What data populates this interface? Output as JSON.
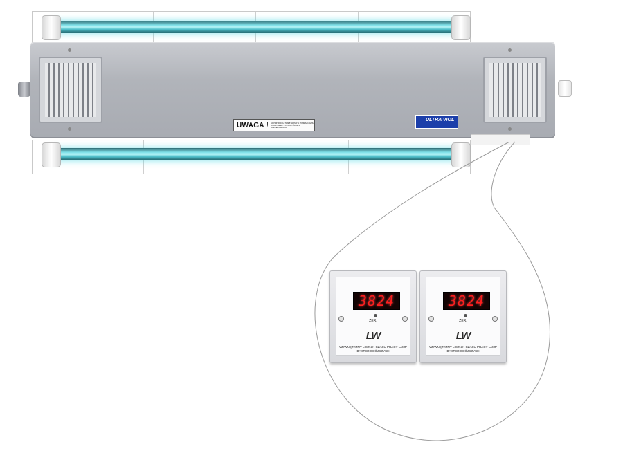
{
  "device": {
    "warning_title": "UWAGA !",
    "warning_text": "W PRZYPADKU PRZEBYWANIA W POMIESZCZENIU LUDZI NALEŻY WYŁĄCZYĆ LAMPĘ BAKTERIOBÓJCZĄ",
    "brand": "ULTRA VIOL"
  },
  "counters": [
    {
      "display_value": "3824",
      "reset_label": "ZER.",
      "logo": "LW",
      "caption": "WEWNĘTRZNY LICZNIK CZASU PRACY LAMP BAKTERIOBÓJCZYCH"
    },
    {
      "display_value": "3824",
      "reset_label": "ZER.",
      "logo": "LW",
      "caption": "WEWNĘTRZNY LICZNIK CZASU PRACY LAMP BAKTERIOBÓJCZYCH"
    }
  ],
  "colors": {
    "tube_glow": "#7fe0e8",
    "digit_red": "#ff1e1e",
    "housing_grey": "#b1b4ba",
    "brand_blue": "#1c3faa"
  }
}
